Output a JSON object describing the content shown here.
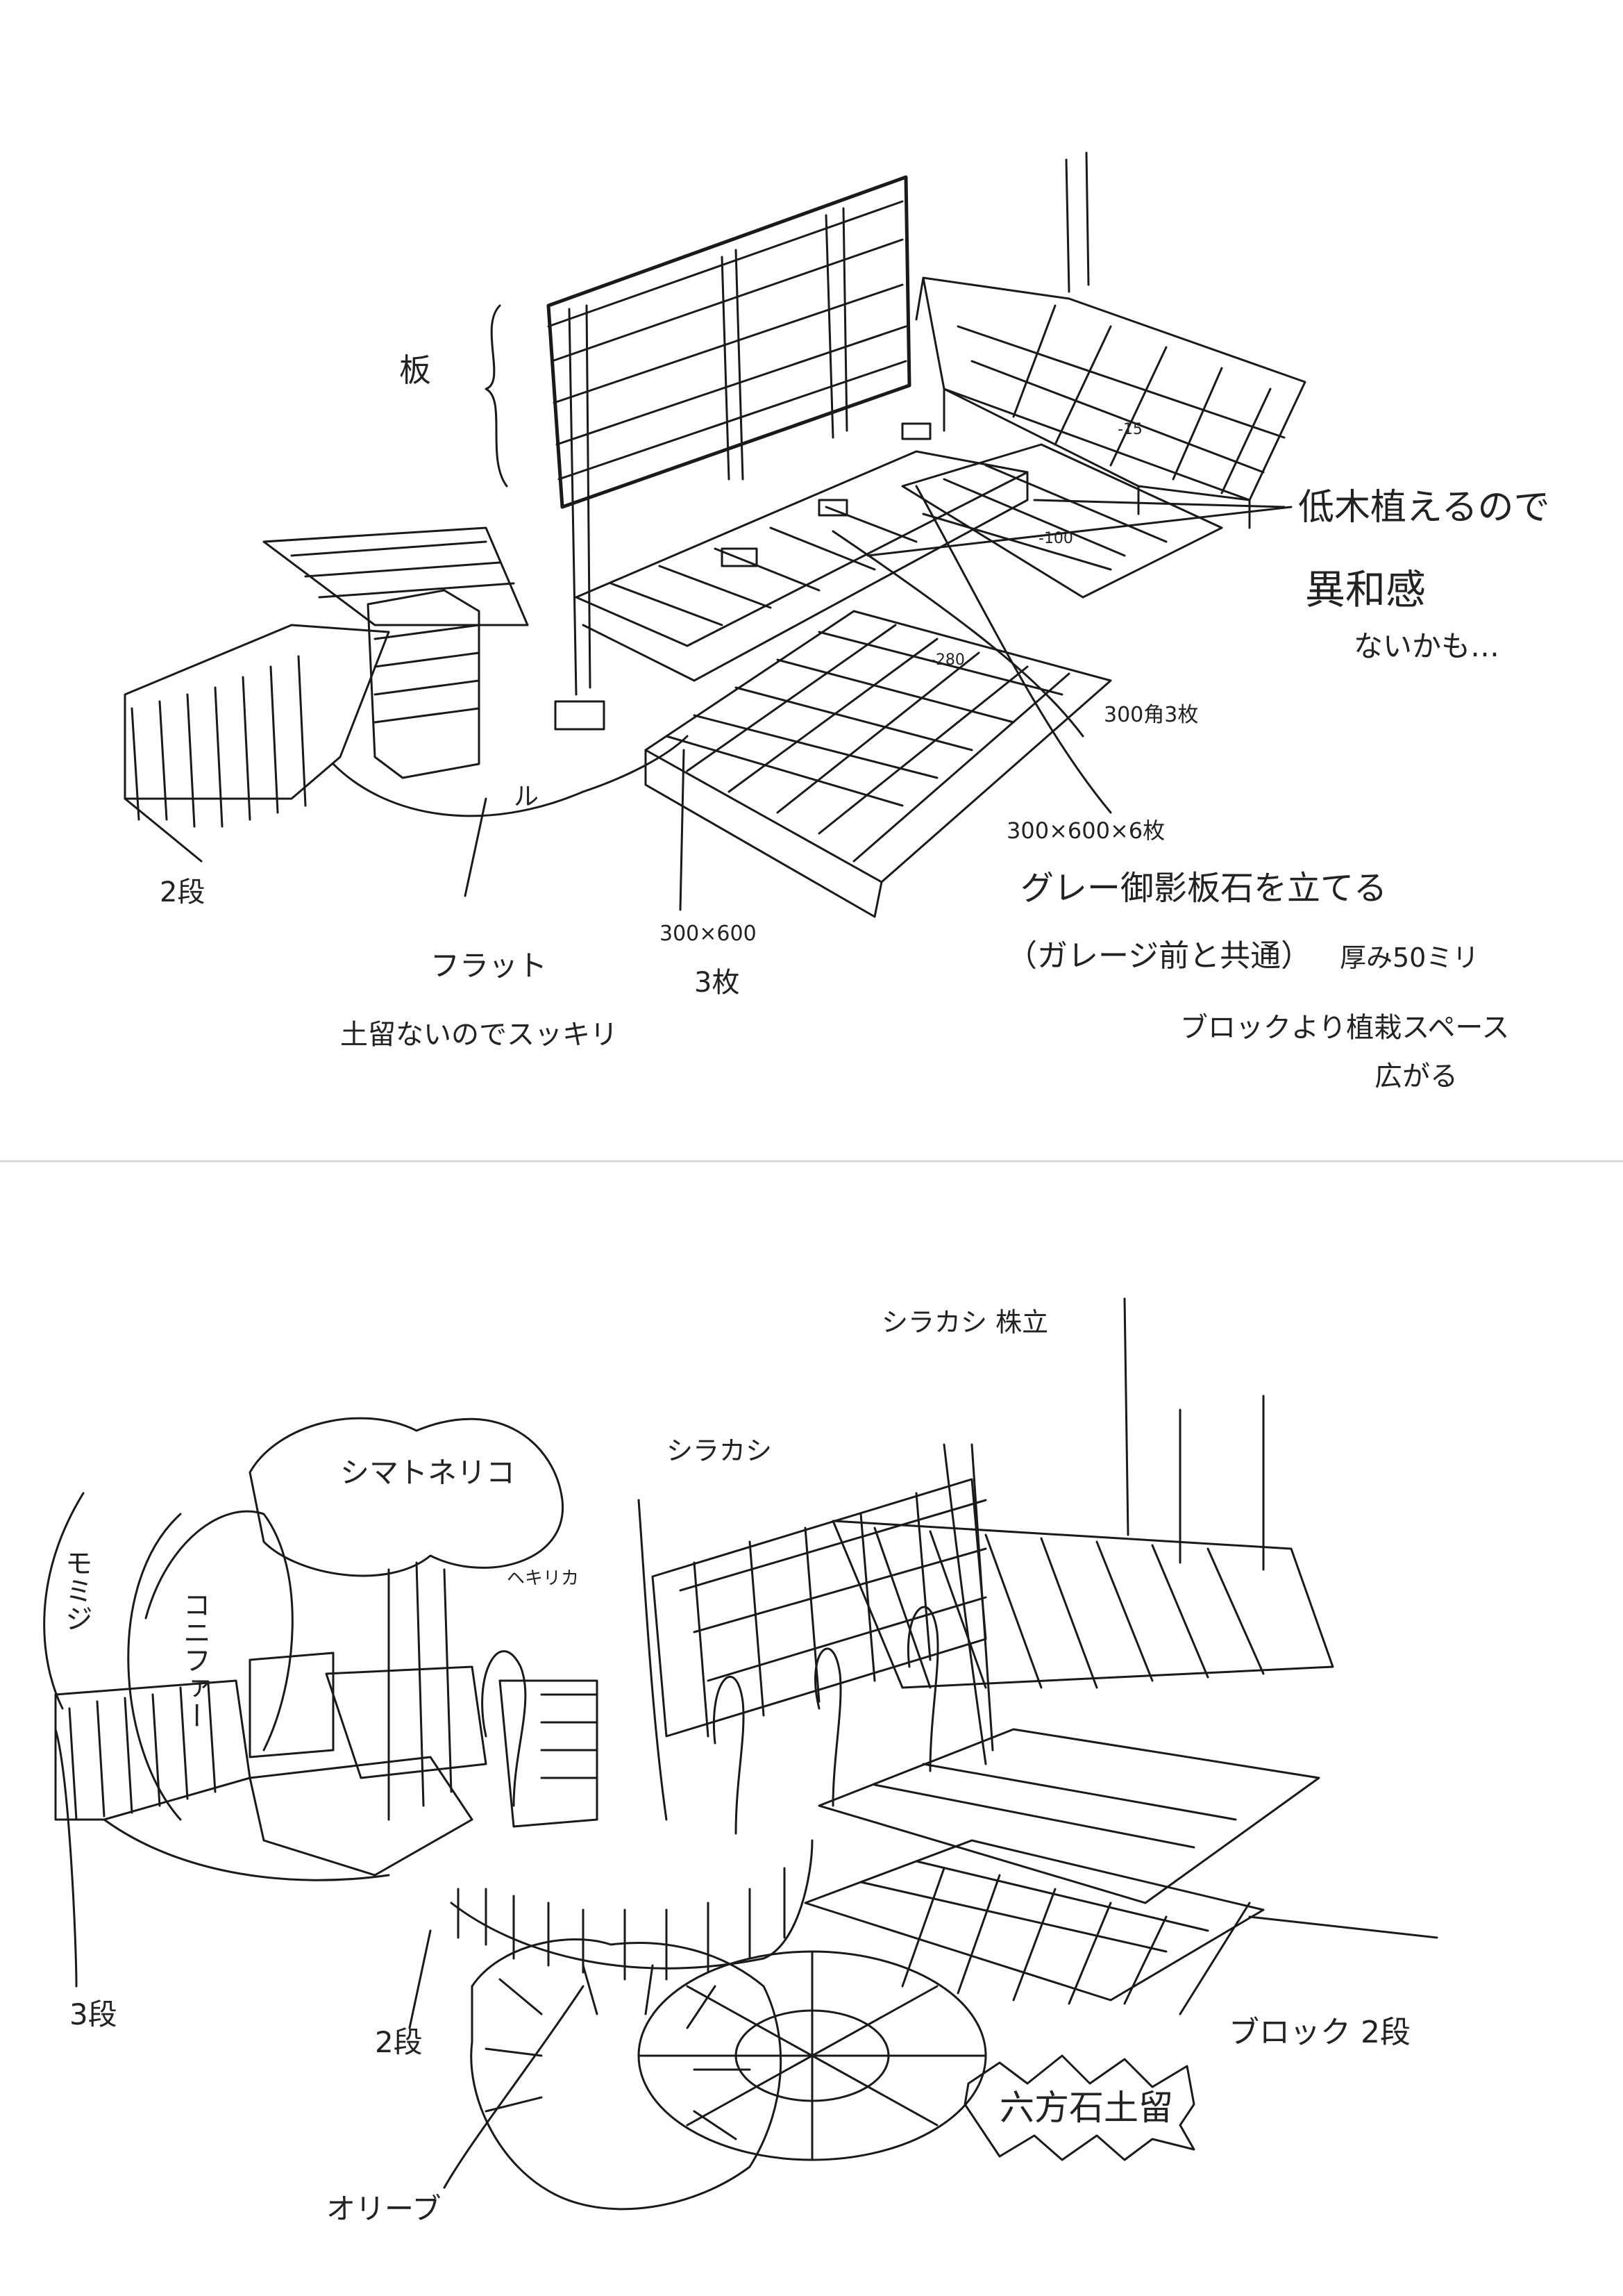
{
  "sketch_top": {
    "annotations": {
      "panel": "板",
      "depth_minus_15": "-15",
      "depth_minus_100": "-100",
      "depth_minus_280": "-280",
      "tree_note": "低木植えるので",
      "bed_note": "異和感",
      "bed_note_2": "ないかも…",
      "stone_300": "300角3枚",
      "stone_300x600_6": "300×600×6枚",
      "stone_gray": "グレー御影板石を立てる",
      "garage": "（ガレージ前と共通）",
      "thickness": "厚み50ミリ",
      "planting_space": "ブロックより植栽スペース",
      "planting_space_2": "広がる",
      "two_steps": "2段",
      "rail": "ル",
      "flat": "フラット",
      "stone_300x600_3a": "300×600",
      "stone_300x600_3b": "3枚",
      "soil_clean": "土留ないのでスッキリ"
    }
  },
  "sketch_bottom": {
    "annotations": {
      "shirakashi_stock": "シラカシ 株立",
      "shirakashi": "シラカシ",
      "shimatoneriko": "シマトネリコ",
      "hekirikaeru": "ヘキリカ",
      "momiji": "モミジ",
      "konifer": "コニファー",
      "three_steps": "3段",
      "two_steps": "2段",
      "olive": "オリーブ",
      "block_two": "ブロック 2段",
      "rokuhou": "六方石土留"
    }
  }
}
